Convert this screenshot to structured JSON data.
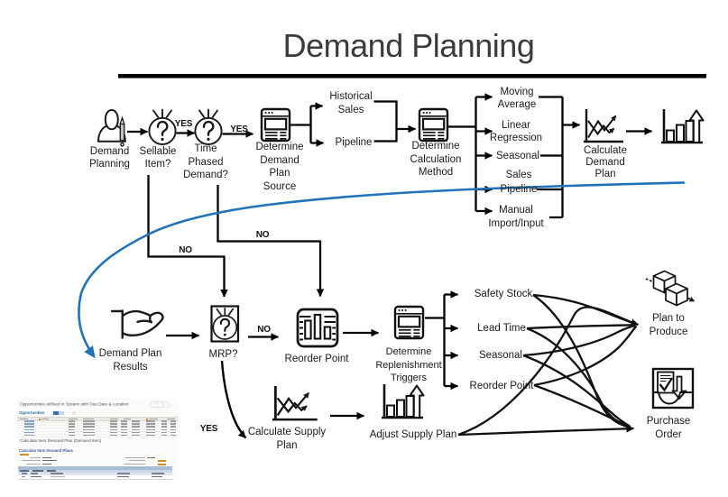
{
  "slide": {
    "title": "Demand Planning",
    "accent_blue": "#2272b8",
    "ink": "#1a1a1a"
  },
  "nodes": {
    "demand_planning": {
      "label": "Demand\nPlanning",
      "icon": "person-pencil-icon"
    },
    "sellable_item": {
      "label": "Sellable\nItem?",
      "icon": "question-circle-icon"
    },
    "time_phased": {
      "label": "Time\nPhased\nDemand?",
      "icon": "question-circle-icon"
    },
    "demand_plan_source": {
      "label": "Determine\nDemand\nPlan\nSource",
      "icon": "browser-window-icon"
    },
    "historical_sales": {
      "label": "Historical\nSales"
    },
    "pipeline": {
      "label": "Pipeline"
    },
    "calc_method": {
      "label": "Determine\nCalculation\nMethod",
      "icon": "browser-window-icon"
    },
    "moving_average": {
      "label": "Moving\nAverage"
    },
    "linear_regression": {
      "label": "Linear\nRegression"
    },
    "seasonal_method": {
      "label": "Seasonal"
    },
    "sales_pipeline": {
      "label": "Sales\nPipeline"
    },
    "manual_import": {
      "label": "Manual\nImport/Input"
    },
    "calculate_demand_plan": {
      "label": "Calculate\nDemand\nPlan",
      "icon": "line-chart-icon"
    },
    "demand_plan_chart": {
      "label": "",
      "icon": "bar-chart-up-icon"
    },
    "demand_plan_results": {
      "label": "Demand Plan\nResults",
      "icon": "open-hand-icon"
    },
    "mrp": {
      "label": "MRP?",
      "icon": "question-box-icon"
    },
    "reorder_point_node": {
      "label": "Reorder Point",
      "icon": "sliders-icon"
    },
    "calculate_supply_plan": {
      "label": "Calculate Supply\nPlan",
      "icon": "line-chart-icon"
    },
    "adjust_supply_plan": {
      "label": "Adjust Supply Plan",
      "icon": "bar-chart-up-icon"
    },
    "replenishment_triggers": {
      "label": "Determine\nReplenishment\nTriggers",
      "icon": "browser-window-icon"
    },
    "safety_stock": {
      "label": "Safety Stock"
    },
    "lead_time": {
      "label": "Lead Time"
    },
    "seasonal_trigger": {
      "label": "Seasonal"
    },
    "reorder_point_trigger": {
      "label": "Reorder Point"
    },
    "plan_to_produce": {
      "label": "Plan to\nProduce",
      "icon": "cubes-icon"
    },
    "purchase_order": {
      "label": "Purchase\nOrder",
      "icon": "purchase-order-icon"
    }
  },
  "edges": {
    "yes_sellable": "YES",
    "yes_time_phased": "YES",
    "no_sellable": "NO",
    "no_time_phased": "NO",
    "no_mrp": "NO",
    "yes_mrp": "YES"
  },
  "screenshot": {
    "title": "Opportunities defined in System with Due Date & Location",
    "tab": "Opportunities",
    "section_title": "Calculate Item Demand Plan (Demand Item)",
    "section_header": "Calculate Item Demand Plans"
  }
}
